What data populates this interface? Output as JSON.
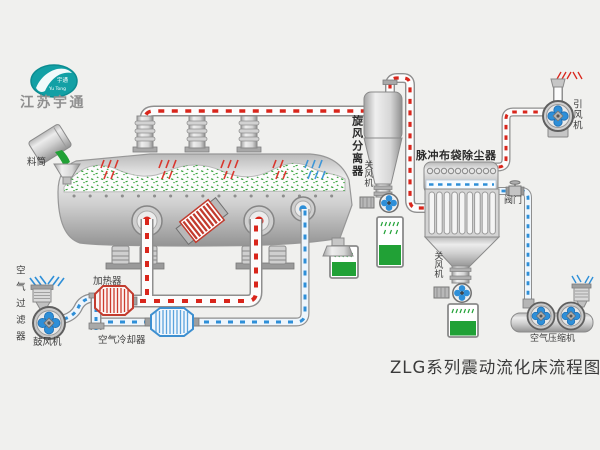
{
  "title": "ZLG系列震动流化床流程图",
  "logo": {
    "company": "江苏宇通",
    "mark_text_cn": "宇通",
    "mark_text_en": "Yu Tong"
  },
  "labels": {
    "feed_hopper": "料筒",
    "cyclone_separator": "旋风分离器",
    "cyclone_rotary_airlock": "关风机",
    "pulse_bag_dust_collector": "脉冲布袋除尘器",
    "valve": "阀门",
    "induced_draft_fan": "引风机",
    "collector_rotary_airlock": "关风机",
    "air_compressor": "空气压缩机",
    "air_filter": "空气过滤器",
    "blower": "鼓风机",
    "heater": "加热器",
    "air_cooler": "空气冷却器"
  },
  "colors": {
    "hot_air": "#d9261c",
    "cool_air": "#2e8fd8",
    "material_green": "#21a136",
    "brand_teal": "#12a0a5",
    "background": "#f0f0ee"
  }
}
